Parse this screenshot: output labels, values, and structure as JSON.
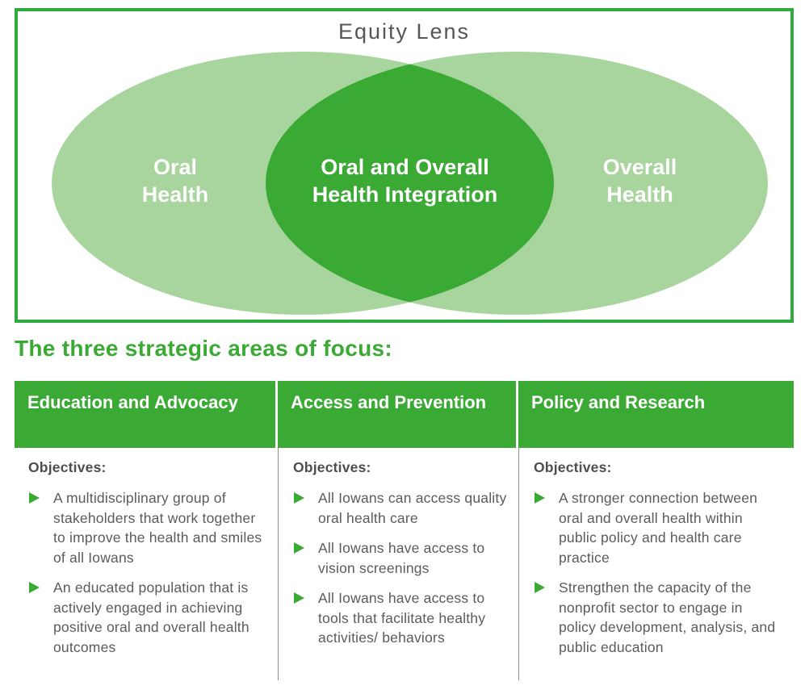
{
  "equity": {
    "title": "Equity Lens"
  },
  "venn": {
    "left": {
      "line1": "Oral",
      "line2": "Health"
    },
    "center": {
      "line1": "Oral and Overall",
      "line2": "Health Integration"
    },
    "right": {
      "line1": "Overall",
      "line2": "Health"
    }
  },
  "focus": {
    "heading": "The three strategic areas of focus:"
  },
  "columns": [
    {
      "header": "Education and Advocacy",
      "objectives_label": "Objectives:",
      "items": [
        "A multidisciplinary group of stakeholders that work together to improve the health and smiles of all Iowans",
        "An educated population that is actively engaged in achieving positive oral and overall health outcomes"
      ]
    },
    {
      "header": "Access and Prevention",
      "objectives_label": "Objectives:",
      "items": [
        "All Iowans can access quality oral health care",
        "All Iowans have access to vision screenings",
        "All Iowans have access to tools that facilitate healthy activities/ behaviors"
      ]
    },
    {
      "header": "Policy and Research",
      "objectives_label": "Objectives:",
      "items": [
        "A stronger connection between oral and overall health within public policy and health care practice",
        "Strengthen the capacity of the nonprofit sector to engage in policy development, analysis, and public education"
      ]
    }
  ],
  "colors": {
    "green_primary": "#3aaa35",
    "green_border": "#2fac40",
    "green_light": "#a7d59d",
    "title_text": "#54565a",
    "body_text": "#5a5b5e",
    "divider": "#8f9091"
  }
}
